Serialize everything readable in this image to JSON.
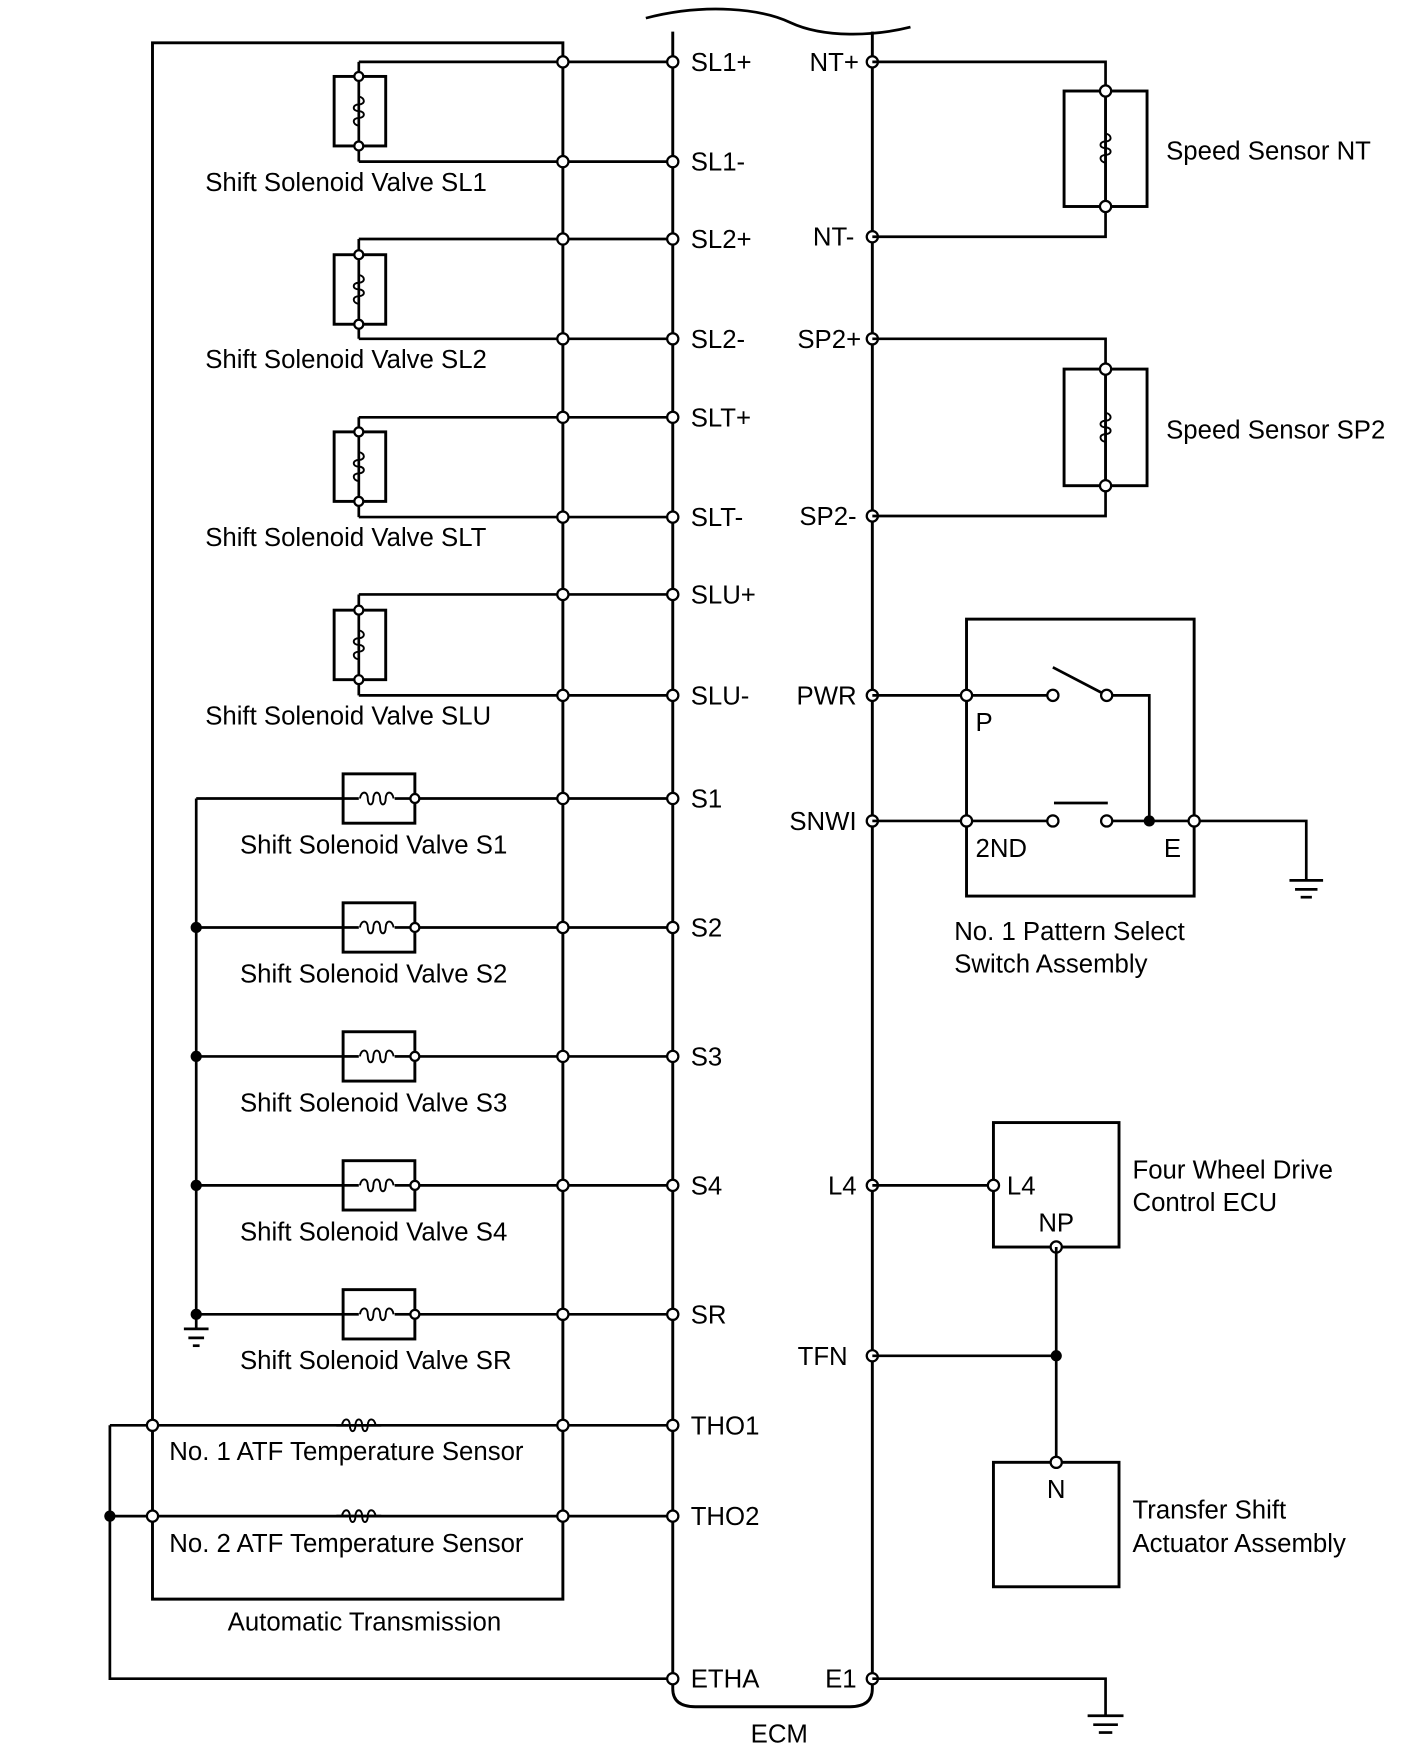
{
  "ecm": {
    "label": "ECM",
    "left_pins": [
      "SL1+",
      "SL1-",
      "SL2+",
      "SL2-",
      "SLT+",
      "SLT-",
      "SLU+",
      "SLU-",
      "S1",
      "S2",
      "S3",
      "S4",
      "SR",
      "THO1",
      "THO2",
      "ETHA"
    ],
    "right_pins": [
      "NT+",
      "NT-",
      "SP2+",
      "SP2-",
      "PWR",
      "SNWI",
      "L4",
      "TFN",
      "E1"
    ]
  },
  "transmission": {
    "label": "Automatic Transmission",
    "solenoids_vertical": [
      "Shift Solenoid Valve SL1",
      "Shift Solenoid Valve SL2",
      "Shift Solenoid Valve SLT",
      "Shift Solenoid Valve SLU"
    ],
    "solenoids_horizontal": [
      "Shift Solenoid Valve S1",
      "Shift Solenoid Valve S2",
      "Shift Solenoid Valve S3",
      "Shift Solenoid Valve S4",
      "Shift Solenoid Valve SR"
    ],
    "temp_sensors": [
      "No. 1 ATF Temperature Sensor",
      "No. 2 ATF Temperature Sensor"
    ]
  },
  "speed_sensors": [
    "Speed Sensor NT",
    "Speed Sensor SP2"
  ],
  "pattern_switch": {
    "line1": "No. 1 Pattern Select",
    "line2": "Switch Assembly",
    "term_p": "P",
    "term_2nd": "2ND",
    "term_e": "E"
  },
  "four_wd_ecu": {
    "line1": "Four Wheel Drive",
    "line2": "Control ECU",
    "term_l4": "L4",
    "term_np": "NP"
  },
  "transfer_actuator": {
    "line1": "Transfer Shift",
    "line2": "Actuator Assembly",
    "term_n": "N"
  }
}
